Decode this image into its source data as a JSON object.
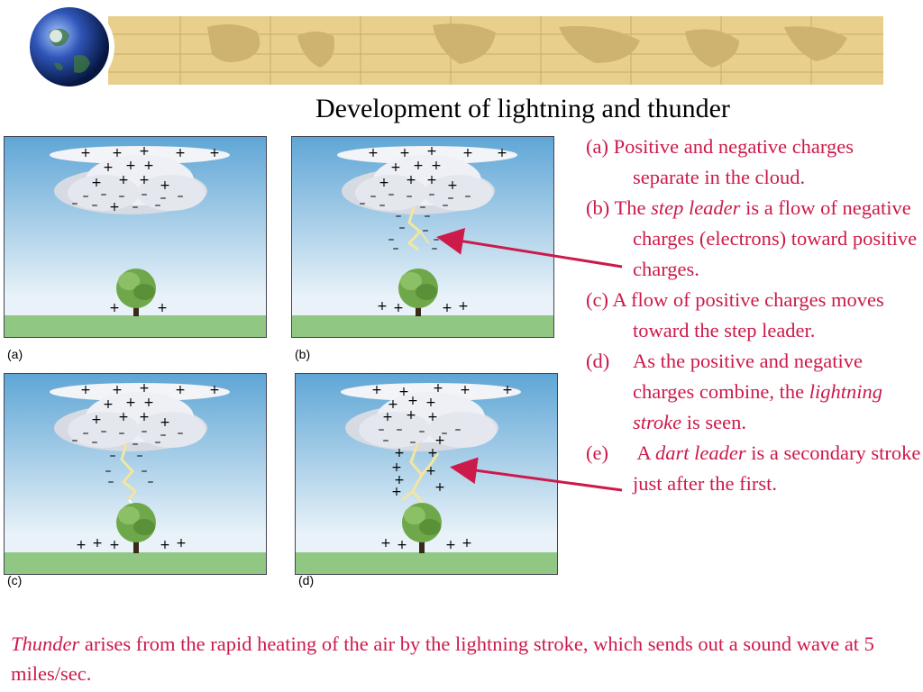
{
  "title": "Development of lightning and thunder",
  "panels": [
    {
      "label": "(a)"
    },
    {
      "label": "(b)"
    },
    {
      "label": "(c)"
    },
    {
      "label": "(d)"
    }
  ],
  "notes": [
    {
      "label": "(a)",
      "parts": [
        "Positive and negative charges separate in the cloud."
      ]
    },
    {
      "label": "(b)",
      "parts": [
        "The ",
        "step leader",
        " is a flow of negative charges (electrons) toward positive charges."
      ]
    },
    {
      "label": "(c)",
      "parts": [
        "A flow of positive charges moves toward the step leader."
      ]
    },
    {
      "label": "(d)",
      "parts": [
        "As the positive and negative charges combine, the ",
        "lightning stroke",
        " is seen."
      ]
    },
    {
      "label": "(e)",
      "parts": [
        "A ",
        "dart leader",
        " is a secondary stroke just after the first."
      ]
    }
  ],
  "footer": {
    "term": "Thunder",
    "text": " arises from the rapid heating of the air by the lightning stroke, which sends out a sound wave at 5 miles/sec."
  },
  "colors": {
    "text_accent": "#cc1a4a",
    "banner_map": "#e8cf8c",
    "sky_top": "#5fa6d6",
    "ground": "#8fc783"
  },
  "icons": {
    "banner": "globe-icon",
    "tree": "tree-icon",
    "bolt": "lightning-bolt-icon"
  }
}
